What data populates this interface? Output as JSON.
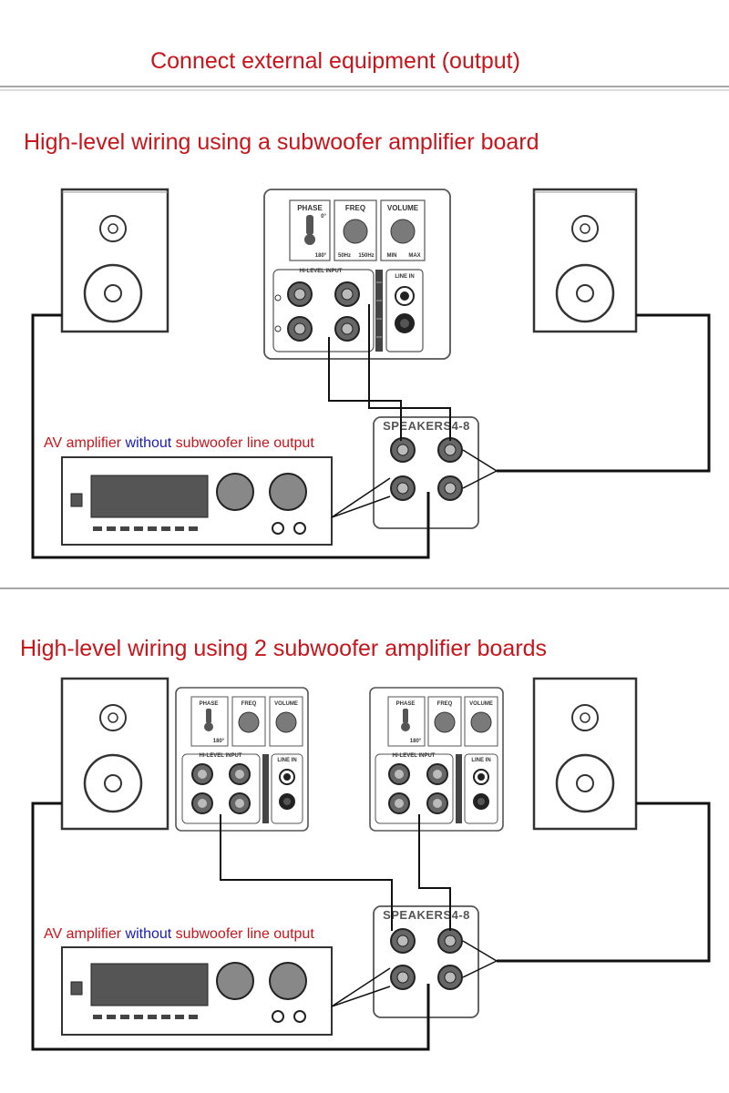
{
  "page_title": "Connect external equipment (output)",
  "section1": {
    "title": "High-level wiring using a subwoofer amplifier board",
    "amp_label": {
      "part1": "AV amplifier ",
      "part2": "without",
      "part3": " subwoofer line output"
    }
  },
  "section2": {
    "title": "High-level wiring using 2 subwoofer amplifier boards",
    "amp_label": {
      "part1": "AV amplifier ",
      "part2": "without",
      "part3": " subwoofer line output"
    }
  },
  "panel_labels": {
    "phase": "PHASE",
    "phase_0": "0°",
    "phase_180": "180°",
    "freq": "FREQ",
    "freq_min": "50Hz",
    "freq_max": "150Hz",
    "volume": "VOLUME",
    "vol_min": "MIN",
    "vol_max": "MAX",
    "hilevel_input": "HI-LEVEL INPUT",
    "line_in": "LINE IN"
  },
  "speakers_label": "SPEAKERS4-8",
  "colors": {
    "title_red": "#c8151b",
    "accent_blue": "#1a1ab4",
    "wire": "#111111"
  }
}
